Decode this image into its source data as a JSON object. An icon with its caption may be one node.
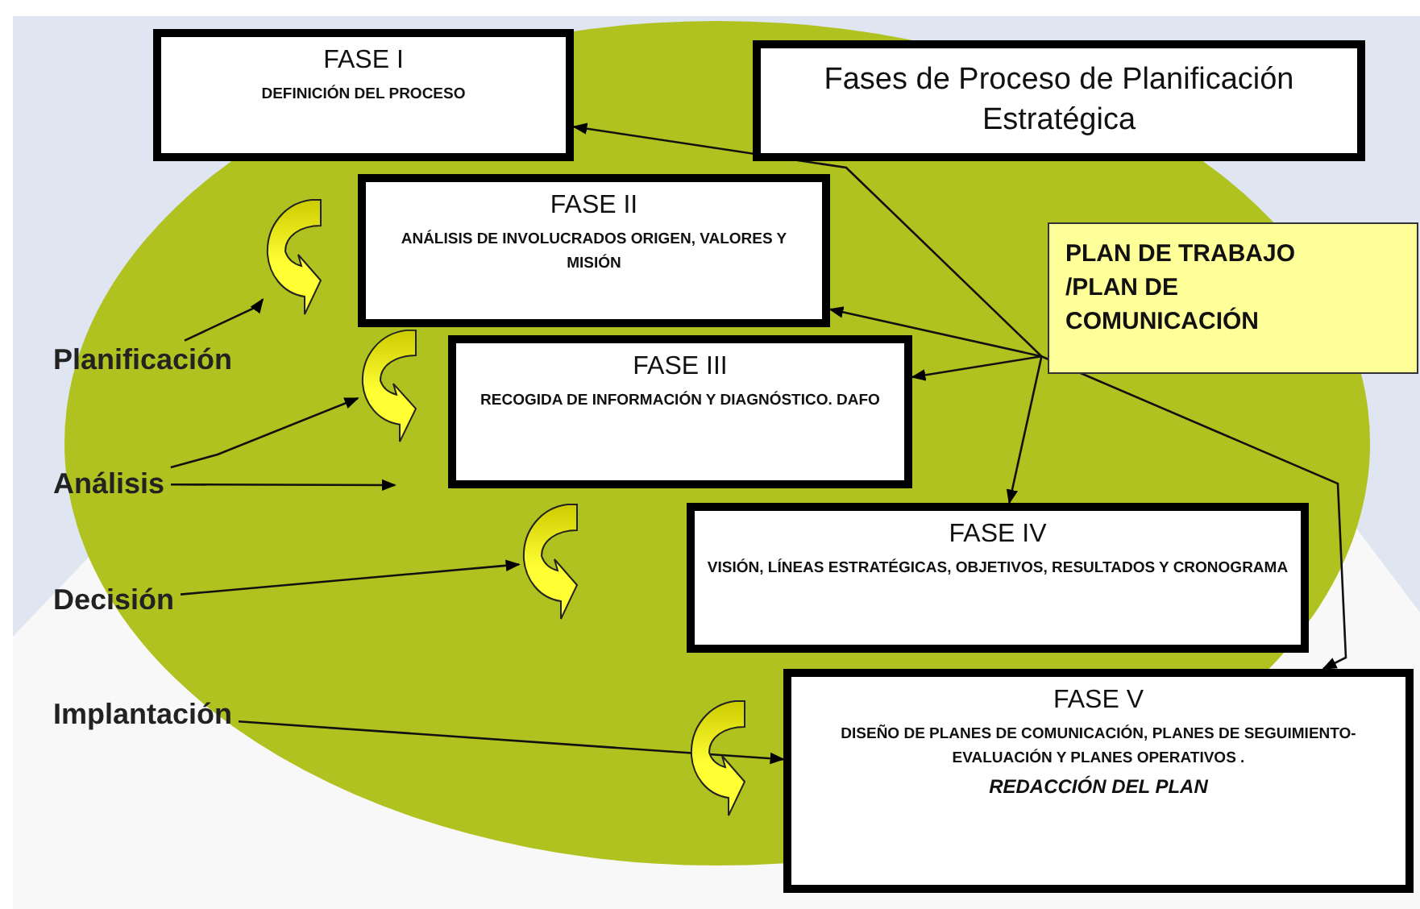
{
  "diagram": {
    "title": "Fases de Proceso de Planificación Estratégica",
    "nodes": [
      {
        "text": [
          "FASE I",
          "DEFINICIÓN DEL PROCESO"
        ]
      },
      {
        "text": [
          "FASE II",
          "ANÁLISIS DE INVOLUCRADOS ORIGEN, VALORES Y MISIÓN"
        ]
      },
      {
        "text": [
          "PLAN DE TRABAJO /PLAN DE COMUNICACIÓN"
        ]
      },
      {
        "text": [
          "FASE III",
          "RECOGIDA DE INFORMACIÓN Y DIAGNÓSTICO. DAFO"
        ]
      },
      {
        "text": [
          "FASE IV",
          "VISIÓN, LÍNEAS ESTRATÉGICAS, OBJETIVOS, RESULTADOS Y CRONOGRAMA"
        ]
      },
      {
        "text": [
          "FASE V",
          "DISEÑO DE PLANES DE COMUNICACIÓN, PLANES DE SEGUIMIENTO- EVALUACIÓN Y PLANES OPERATIVOS .",
          "REDACCIÓN DEL PLAN"
        ]
      },
      {
        "text": [
          "Planificación"
        ]
      },
      {
        "text": [
          "Análisis"
        ]
      },
      {
        "text": [
          "Decisión"
        ]
      },
      {
        "text": [
          "Implantación"
        ]
      },
      {
        "text": [],
        "shape": "arrow"
      },
      {
        "text": [],
        "shape": "arrow"
      },
      {
        "text": [],
        "shape": "arrow"
      },
      {
        "text": [],
        "shape": "arrow"
      }
    ],
    "edges": [
      {
        "from": 6,
        "to": 10,
        "arrow": "to"
      },
      {
        "from": 7,
        "to": 11,
        "arrow": "to"
      },
      {
        "from": 7,
        "to": null,
        "arrow": "to"
      },
      {
        "from": 8,
        "to": 12,
        "arrow": "to"
      },
      {
        "from": 9,
        "to": 5,
        "arrow": "to"
      },
      {
        "from": 2,
        "to": 0,
        "arrow": "to"
      },
      {
        "from": 2,
        "to": 1,
        "arrow": "to"
      },
      {
        "from": 2,
        "to": 3,
        "arrow": "to"
      },
      {
        "from": 2,
        "to": 4,
        "arrow": "to"
      },
      {
        "from": 2,
        "to": 5,
        "arrow": "to"
      }
    ]
  }
}
